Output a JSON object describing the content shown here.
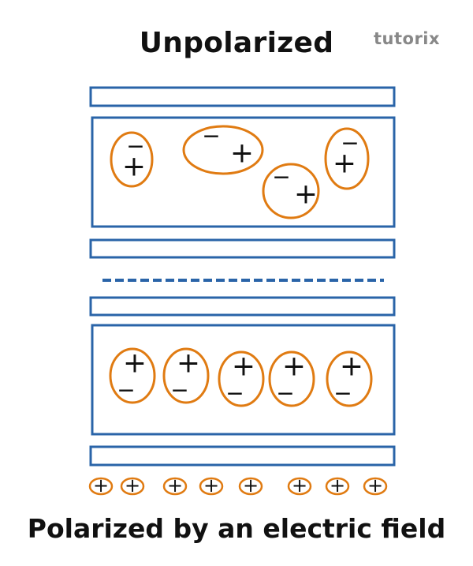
{
  "labels": {
    "top_title": "Unpolarized",
    "bottom_title": "Polarized by an electric field",
    "brand": "tutorix"
  },
  "signs": {
    "plus": "+",
    "minus": "−"
  },
  "colors": {
    "plate_stroke": "#2a64a8",
    "dipole_stroke": "#e07b12",
    "sign_color": "#111111",
    "field_line": "#2a64a8",
    "text": "#111111",
    "brand": "#888888"
  },
  "diagram": {
    "unpolarized_dipole_count": 4,
    "polarized_dipole_count": 5,
    "bottom_charge_count": 8,
    "bottom_charge_sign": "+"
  }
}
